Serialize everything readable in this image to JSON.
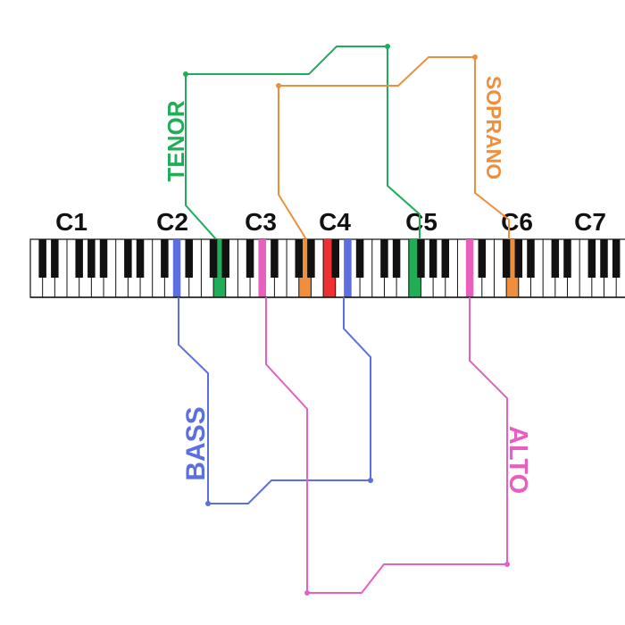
{
  "octave_labels": [
    "C1",
    "C2",
    "C3",
    "C4",
    "C5",
    "C6",
    "C7"
  ],
  "voices": {
    "tenor": {
      "label": "TENOR",
      "color": "#1fae57"
    },
    "soprano": {
      "label": "SOPRANO",
      "color": "#ef8f3e"
    },
    "bass": {
      "label": "BASS",
      "color": "#5b6fe0"
    },
    "alto": {
      "label": "ALTO",
      "color": "#e85fbf"
    }
  },
  "middle_c_color": "#f03030"
}
